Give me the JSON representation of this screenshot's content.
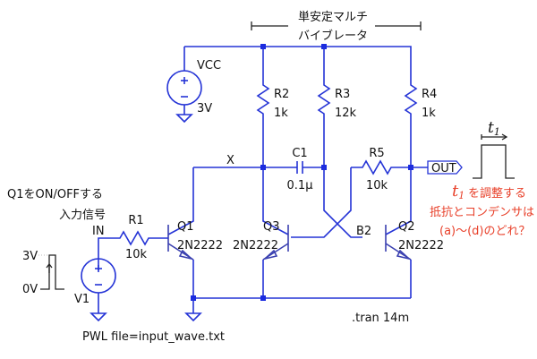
{
  "title_lines": [
    "単安定マルチ",
    "バイブレータ"
  ],
  "vcc": {
    "name": "VCC",
    "value": "3V"
  },
  "v1": {
    "name": "V1",
    "spec": "PWL file=input_wave.txt"
  },
  "input": {
    "net_label": "IN",
    "note_line1": "Q1をON/OFFする",
    "note_line2": "入力信号",
    "high": "3V",
    "low": "0V"
  },
  "resistors": [
    {
      "name": "R1",
      "value": "10k"
    },
    {
      "name": "R2",
      "value": "1k"
    },
    {
      "name": "R3",
      "value": "12k"
    },
    {
      "name": "R4",
      "value": "1k"
    },
    {
      "name": "R5",
      "value": "10k"
    }
  ],
  "capacitor": {
    "name": "C1",
    "value": "0.1μ"
  },
  "transistors": [
    {
      "name": "Q1",
      "model": "2N2222"
    },
    {
      "name": "Q3",
      "model": "2N2222"
    },
    {
      "name": "Q2",
      "model": "2N2222"
    }
  ],
  "nets": {
    "x": "X",
    "b2": "B2",
    "out": "OUT"
  },
  "directive": ".tran 14m",
  "pulse_label": "t1",
  "question": [
    "を調整する",
    "抵抗とコンデンサは",
    "(a)〜(d)のどれ？"
  ]
}
